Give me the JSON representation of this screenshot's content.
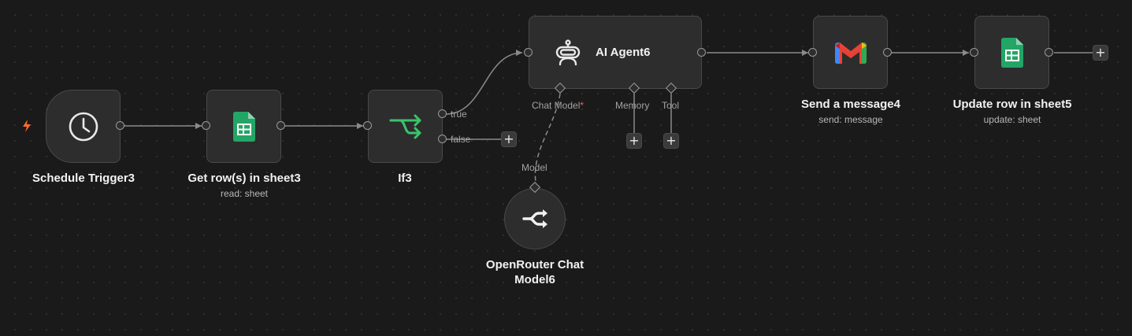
{
  "nodes": {
    "schedule": {
      "title": "Schedule Trigger3",
      "icon": "clock-icon"
    },
    "get_rows": {
      "title": "Get row(s) in sheet3",
      "subtitle": "read: sheet",
      "icon": "google-sheets-icon"
    },
    "if": {
      "title": "If3",
      "icon": "branch-icon",
      "true_label": "true",
      "false_label": "false"
    },
    "agent": {
      "title": "AI Agent6",
      "icon": "robot-icon",
      "chat_model_label": "Chat Model",
      "required_mark": "*",
      "memory_label": "Memory",
      "tool_label": "Tool"
    },
    "openrouter": {
      "title": "OpenRouter Chat Model6",
      "icon": "openrouter-icon",
      "input_label": "Model"
    },
    "gmail": {
      "title": "Send a message4",
      "subtitle": "send: message",
      "icon": "gmail-icon"
    },
    "update_sheet": {
      "title": "Update row in sheet5",
      "subtitle": "update: sheet",
      "icon": "google-sheets-icon"
    }
  },
  "add_button_label": "+",
  "colors": {
    "canvas": "#1a1a1a",
    "node_bg": "#2d2d2d",
    "node_border": "#494949",
    "edge": "#9a9a9a",
    "trigger_bolt": "#ff6d2d",
    "branch_green": "#3ac46b",
    "required": "#ff5a5a"
  }
}
